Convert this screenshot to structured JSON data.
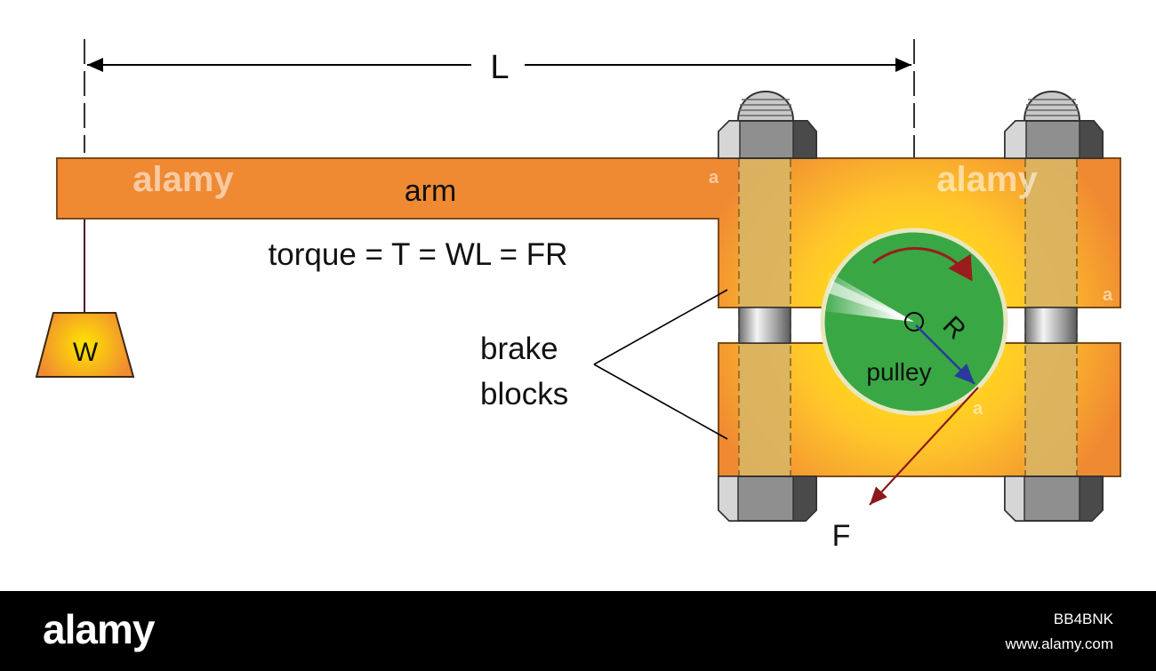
{
  "labels": {
    "length": "L",
    "arm": "arm",
    "equation": "torque = T = WL = FR",
    "weight": "W",
    "brake_line1": "brake",
    "brake_line2": "blocks",
    "pulley": "pulley",
    "radius": "R",
    "force": "F"
  },
  "watermark": {
    "text": "alamy",
    "small": "a"
  },
  "footer": {
    "logo": "alamy",
    "image_id": "BB4BNK",
    "site": "www.alamy.com"
  },
  "colors": {
    "arm_orange": "#f08a32",
    "glow_yellow": "#ffe600",
    "pulley_green": "#3aa745",
    "brake_tan": "#d9b463",
    "bolt_gray": "#9a9a9a",
    "force_arrow": "#8b1a1a",
    "radius_arrow": "#2a3a9c",
    "rotation_arrow": "#9b1c1c"
  }
}
